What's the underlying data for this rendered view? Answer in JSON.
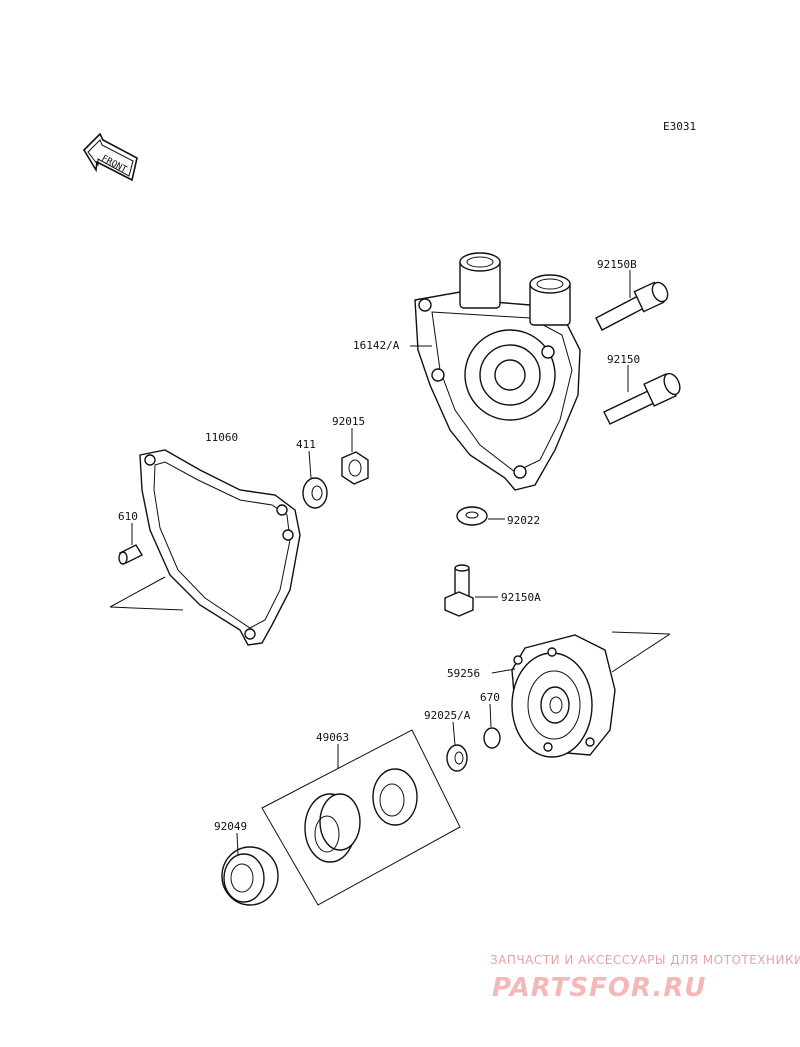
{
  "diagram_code": "E3031",
  "front_label": "FRONT",
  "parts": {
    "pump_cover": "16142/A",
    "bolt_b": "92150B",
    "bolt": "92150",
    "gasket": "11060",
    "washer_411": "411",
    "nut": "92015",
    "pin": "610",
    "washer_92022": "92022",
    "bolt_a": "92150A",
    "impeller_body": "59256",
    "oring": "670",
    "seal_a": "92025/A",
    "mech_seal": "49063",
    "bearing": "92049"
  },
  "watermark": {
    "line1": "ЗАПЧАСТИ И АКСЕССУАРЫ ДЛЯ МОТОТЕХНИКИ",
    "line2": "PARTSFOR.RU"
  }
}
